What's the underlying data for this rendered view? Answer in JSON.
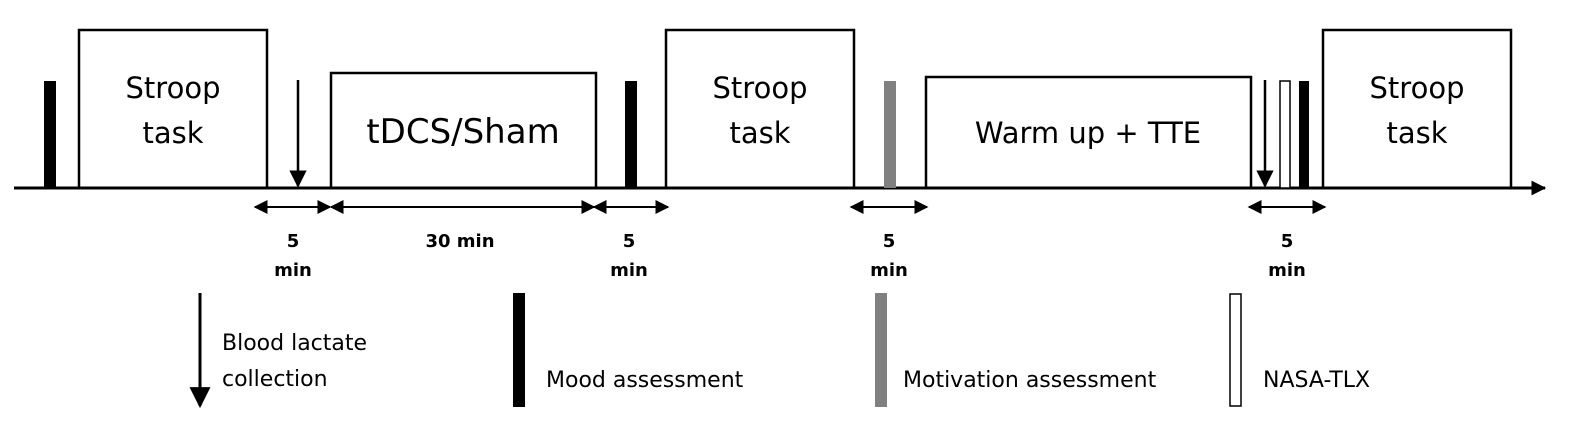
{
  "diagram": {
    "boxes": [
      {
        "id": "stroop-1",
        "lines": [
          "Stroop",
          "task"
        ]
      },
      {
        "id": "tdcs",
        "lines": [
          "tDCS/Sham"
        ]
      },
      {
        "id": "stroop-2",
        "lines": [
          "Stroop",
          "task"
        ]
      },
      {
        "id": "warmup",
        "lines": [
          "Warm up + TTE"
        ]
      },
      {
        "id": "stroop-3",
        "lines": [
          "Stroop",
          "task"
        ]
      }
    ],
    "durations": [
      {
        "id": "d1",
        "lines": [
          "5",
          "min"
        ]
      },
      {
        "id": "d2",
        "lines": [
          "30 min"
        ]
      },
      {
        "id": "d3",
        "lines": [
          "5",
          "min"
        ]
      },
      {
        "id": "d4",
        "lines": [
          "5",
          "min"
        ]
      },
      {
        "id": "d5",
        "lines": [
          "5",
          "min"
        ]
      }
    ],
    "legend": [
      {
        "id": "blood-lactate",
        "lines": [
          "Blood lactate",
          "collection"
        ]
      },
      {
        "id": "mood",
        "lines": [
          "Mood assessment"
        ]
      },
      {
        "id": "motivation",
        "lines": [
          "Motivation assessment"
        ]
      },
      {
        "id": "nasa",
        "lines": [
          "NASA-TLX"
        ]
      }
    ],
    "colors": {
      "line": "#000000",
      "mood_bar": "#000000",
      "motivation_bar": "#808080",
      "nasa_bar_fill": "#ffffff"
    }
  }
}
